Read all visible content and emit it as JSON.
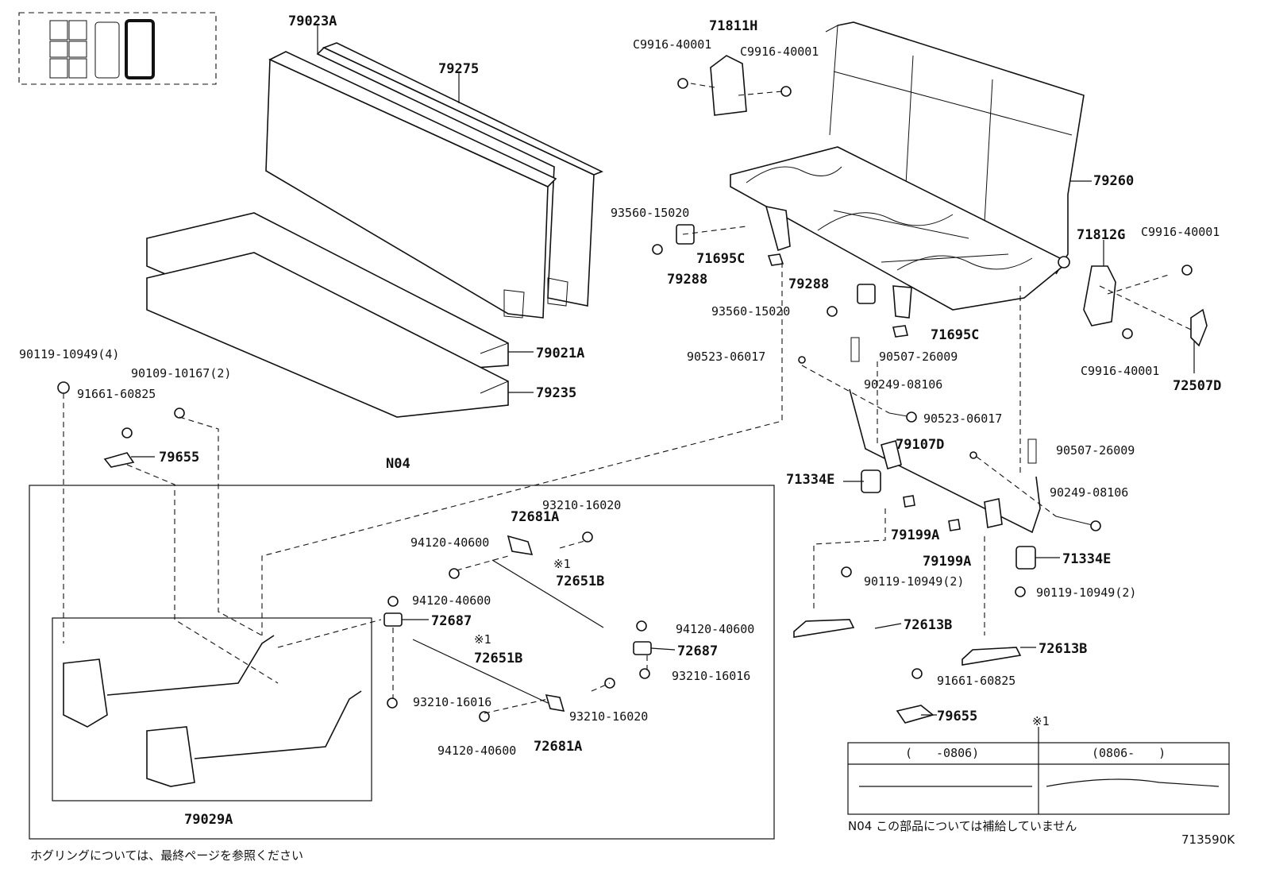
{
  "diagram": {
    "part_labels": [
      {
        "id": "79023A",
        "text": "79023A"
      },
      {
        "id": "79275",
        "text": "79275"
      },
      {
        "id": "79021A",
        "text": "79021A"
      },
      {
        "id": "79235",
        "text": "79235"
      },
      {
        "id": "90119-10949-4",
        "text": "90119-10949(4)"
      },
      {
        "id": "90109-10167-2",
        "text": "90109-10167(2)"
      },
      {
        "id": "91661-60825-a",
        "text": "91661-60825"
      },
      {
        "id": "79655-a",
        "text": "79655"
      },
      {
        "id": "N04",
        "text": "N04"
      },
      {
        "id": "93210-16020-a",
        "text": "93210-16020"
      },
      {
        "id": "72681A-a",
        "text": "72681A"
      },
      {
        "id": "94120-40600-a",
        "text": "94120-40600"
      },
      {
        "id": "note1-a",
        "text": "※1"
      },
      {
        "id": "72651B-a",
        "text": "72651B"
      },
      {
        "id": "94120-40600-b",
        "text": "94120-40600"
      },
      {
        "id": "72687-a",
        "text": "72687"
      },
      {
        "id": "94120-40600-c",
        "text": "94120-40600"
      },
      {
        "id": "72687-b",
        "text": "72687"
      },
      {
        "id": "93210-16016-a",
        "text": "93210-16016"
      },
      {
        "id": "note1-b",
        "text": "※1"
      },
      {
        "id": "72651B-b",
        "text": "72651B"
      },
      {
        "id": "93210-16016-b",
        "text": "93210-16016"
      },
      {
        "id": "93210-16020-b",
        "text": "93210-16020"
      },
      {
        "id": "94120-40600-d",
        "text": "94120-40600"
      },
      {
        "id": "72681A-b",
        "text": "72681A"
      },
      {
        "id": "79029A",
        "text": "79029A"
      },
      {
        "id": "71811H",
        "text": "71811H"
      },
      {
        "id": "C9916-40001-a",
        "text": "C9916-40001"
      },
      {
        "id": "C9916-40001-b",
        "text": "C9916-40001"
      },
      {
        "id": "79260",
        "text": "79260"
      },
      {
        "id": "93560-15020-a",
        "text": "93560-15020"
      },
      {
        "id": "71695C-a",
        "text": "71695C"
      },
      {
        "id": "79288-a",
        "text": "79288"
      },
      {
        "id": "79288-b",
        "text": "79288"
      },
      {
        "id": "93560-15020-b",
        "text": "93560-15020"
      },
      {
        "id": "71695C-b",
        "text": "71695C"
      },
      {
        "id": "71812G",
        "text": "71812G"
      },
      {
        "id": "C9916-40001-c",
        "text": "C9916-40001"
      },
      {
        "id": "C9916-40001-d",
        "text": "C9916-40001"
      },
      {
        "id": "72507D",
        "text": "72507D"
      },
      {
        "id": "90523-06017-a",
        "text": "90523-06017"
      },
      {
        "id": "90507-26009-a",
        "text": "90507-26009"
      },
      {
        "id": "90249-08106-a",
        "text": "90249-08106"
      },
      {
        "id": "90523-06017-b",
        "text": "90523-06017"
      },
      {
        "id": "79107D",
        "text": "79107D"
      },
      {
        "id": "90507-26009-b",
        "text": "90507-26009"
      },
      {
        "id": "71334E-a",
        "text": "71334E"
      },
      {
        "id": "90249-08106-b",
        "text": "90249-08106"
      },
      {
        "id": "79199A-a",
        "text": "79199A"
      },
      {
        "id": "79199A-b",
        "text": "79199A"
      },
      {
        "id": "71334E-b",
        "text": "71334E"
      },
      {
        "id": "90119-10949-2a",
        "text": "90119-10949(2)"
      },
      {
        "id": "90119-10949-2b",
        "text": "90119-10949(2)"
      },
      {
        "id": "72613B-a",
        "text": "72613B"
      },
      {
        "id": "72613B-b",
        "text": "72613B"
      },
      {
        "id": "91661-60825-b",
        "text": "91661-60825"
      },
      {
        "id": "79655-b",
        "text": "79655"
      }
    ],
    "variant_table": {
      "note": "※1",
      "col1_header": "(　　-0806)",
      "col2_header": "(0806-　　)"
    },
    "footnote_n04": "N04 この部品については補給していません",
    "footnote_bottom": "ホグリングについては、最終ページを参照ください",
    "diagram_code": "713590K"
  }
}
